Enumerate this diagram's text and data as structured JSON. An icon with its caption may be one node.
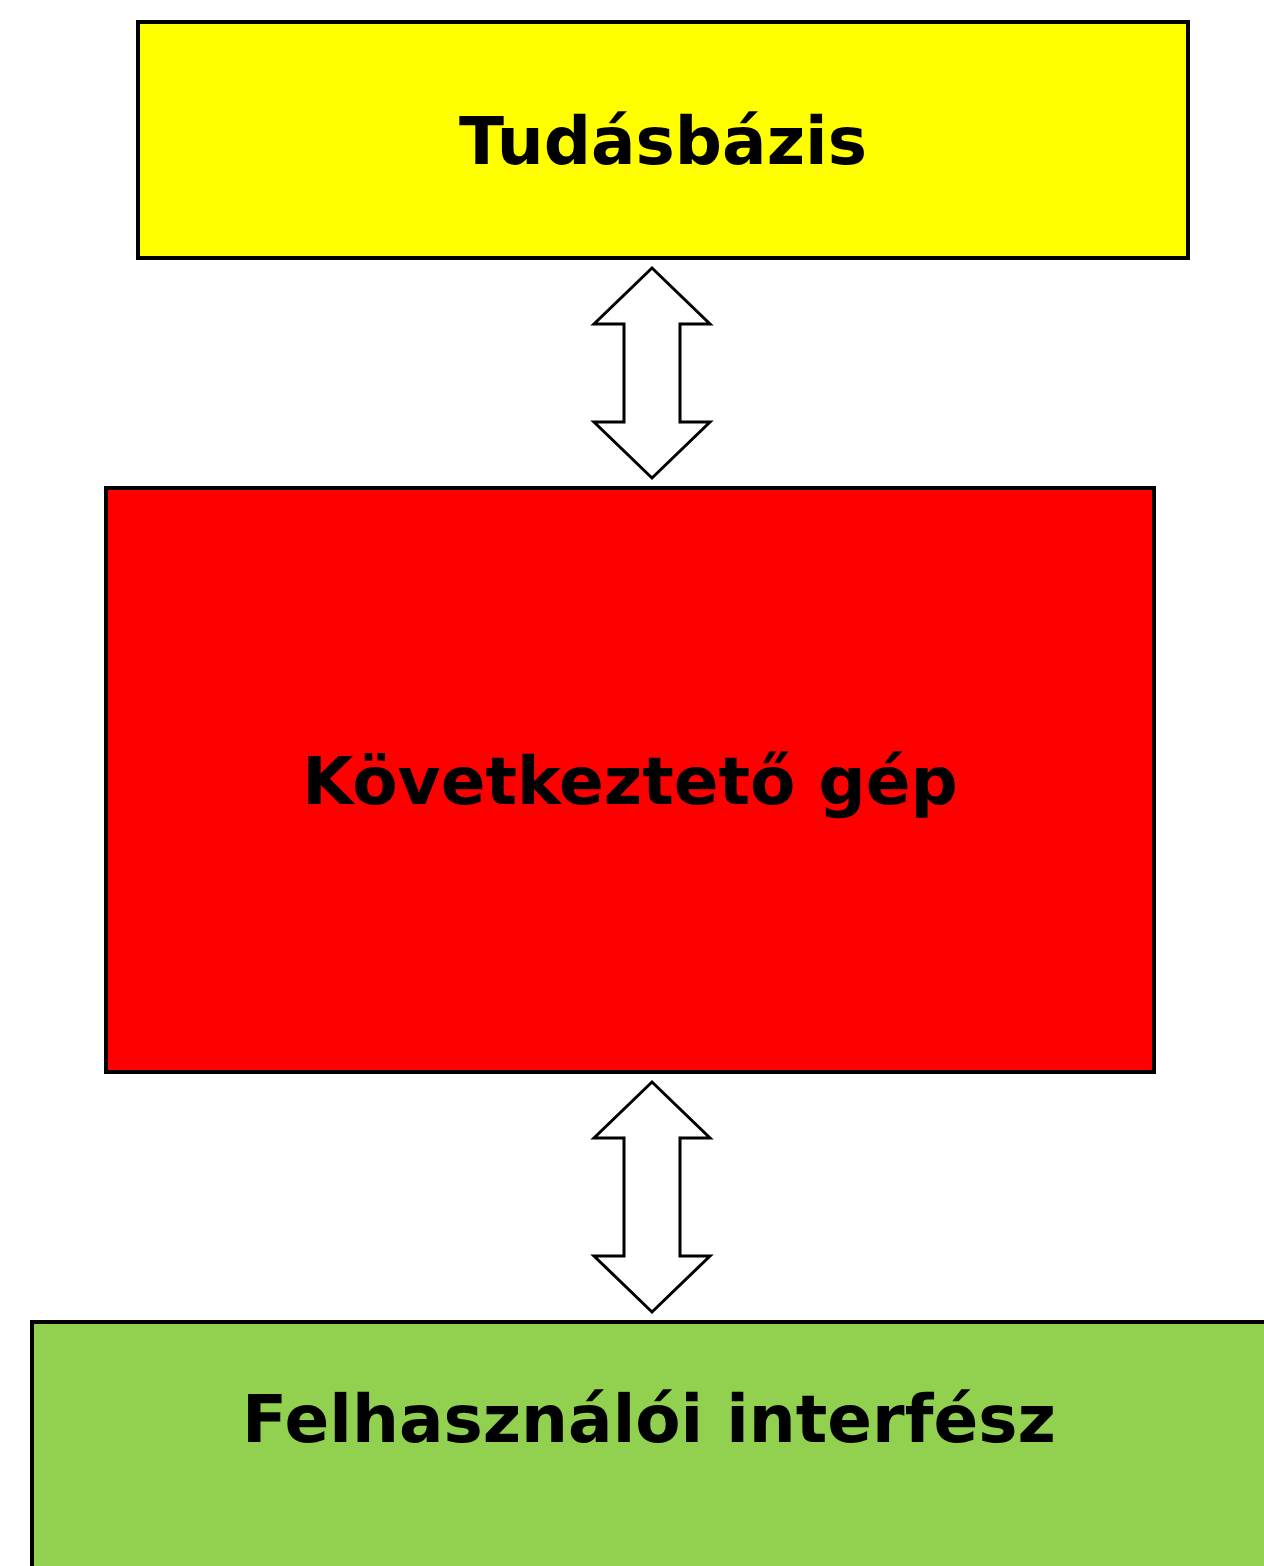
{
  "diagram": {
    "nodes": [
      {
        "text": [
          "Tudásbázis"
        ]
      },
      {
        "text": [
          "Következtető gép"
        ]
      },
      {
        "text": [
          "Felhasználói interfész"
        ]
      }
    ],
    "edges": [
      {
        "from": 0,
        "to": 1,
        "arrow": "both"
      },
      {
        "from": 1,
        "to": 2,
        "arrow": "both"
      }
    ]
  }
}
